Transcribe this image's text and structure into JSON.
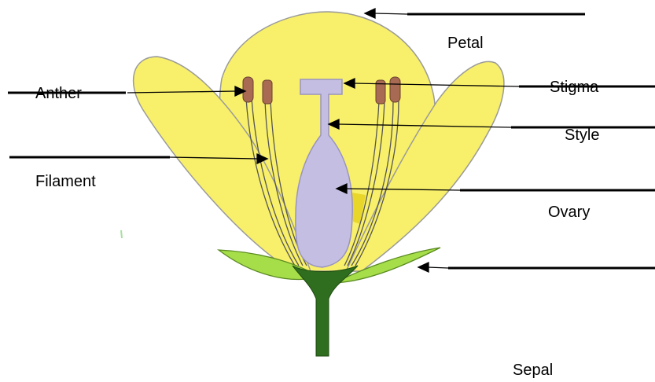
{
  "labels": {
    "petal": "Petal",
    "anther": "Anther",
    "stigma": "Stigma",
    "style": "Style",
    "filament": "Filament",
    "ovary": "Ovary",
    "sepal": "Sepal"
  },
  "colors": {
    "petal_fill": "#f8f06a",
    "petal_stroke": "#9a9a9a",
    "pistil_fill": "#c4bfe2",
    "anther_fill": "#a86a52",
    "sepal_fill": "#a6de4a",
    "stem_fill": "#2f6e1e",
    "line": "#000000"
  }
}
